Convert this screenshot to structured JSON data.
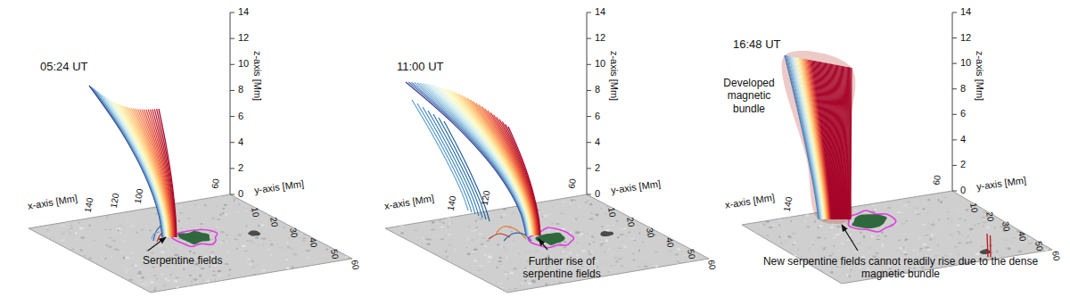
{
  "diagram": {
    "labels": [
      "05:24 UT",
      "z-axis [Mm]",
      "0",
      "2",
      "4",
      "6",
      "8",
      "10",
      "12",
      "14",
      "x-axis [Mm]",
      "140",
      "120",
      "100",
      "60",
      "y-axis [Mm]",
      "10",
      "20",
      "30",
      "40",
      "50",
      "60",
      "Serpentine fields",
      "11:00 UT",
      "z-axis [Mm]",
      "0",
      "2",
      "4",
      "6",
      "8",
      "10",
      "12",
      "14",
      "x-axis [Mm]",
      "140",
      "120",
      "60",
      "y-axis [Mm]",
      "10",
      "20",
      "30",
      "40",
      "50",
      "60",
      "Further rise of serpentine fields",
      "16:48 UT",
      "z-axis [Mm]",
      "0",
      "2",
      "4",
      "6",
      "8",
      "10",
      "12",
      "14",
      "x-axis [Mm]",
      "140",
      "60",
      "y-axis [Mm]",
      "10",
      "20",
      "30",
      "40",
      "50",
      "60",
      "Developed magnetic bundle",
      "New serpentine fields cannot readily rise due to the dense magnetic bundle"
    ]
  }
}
